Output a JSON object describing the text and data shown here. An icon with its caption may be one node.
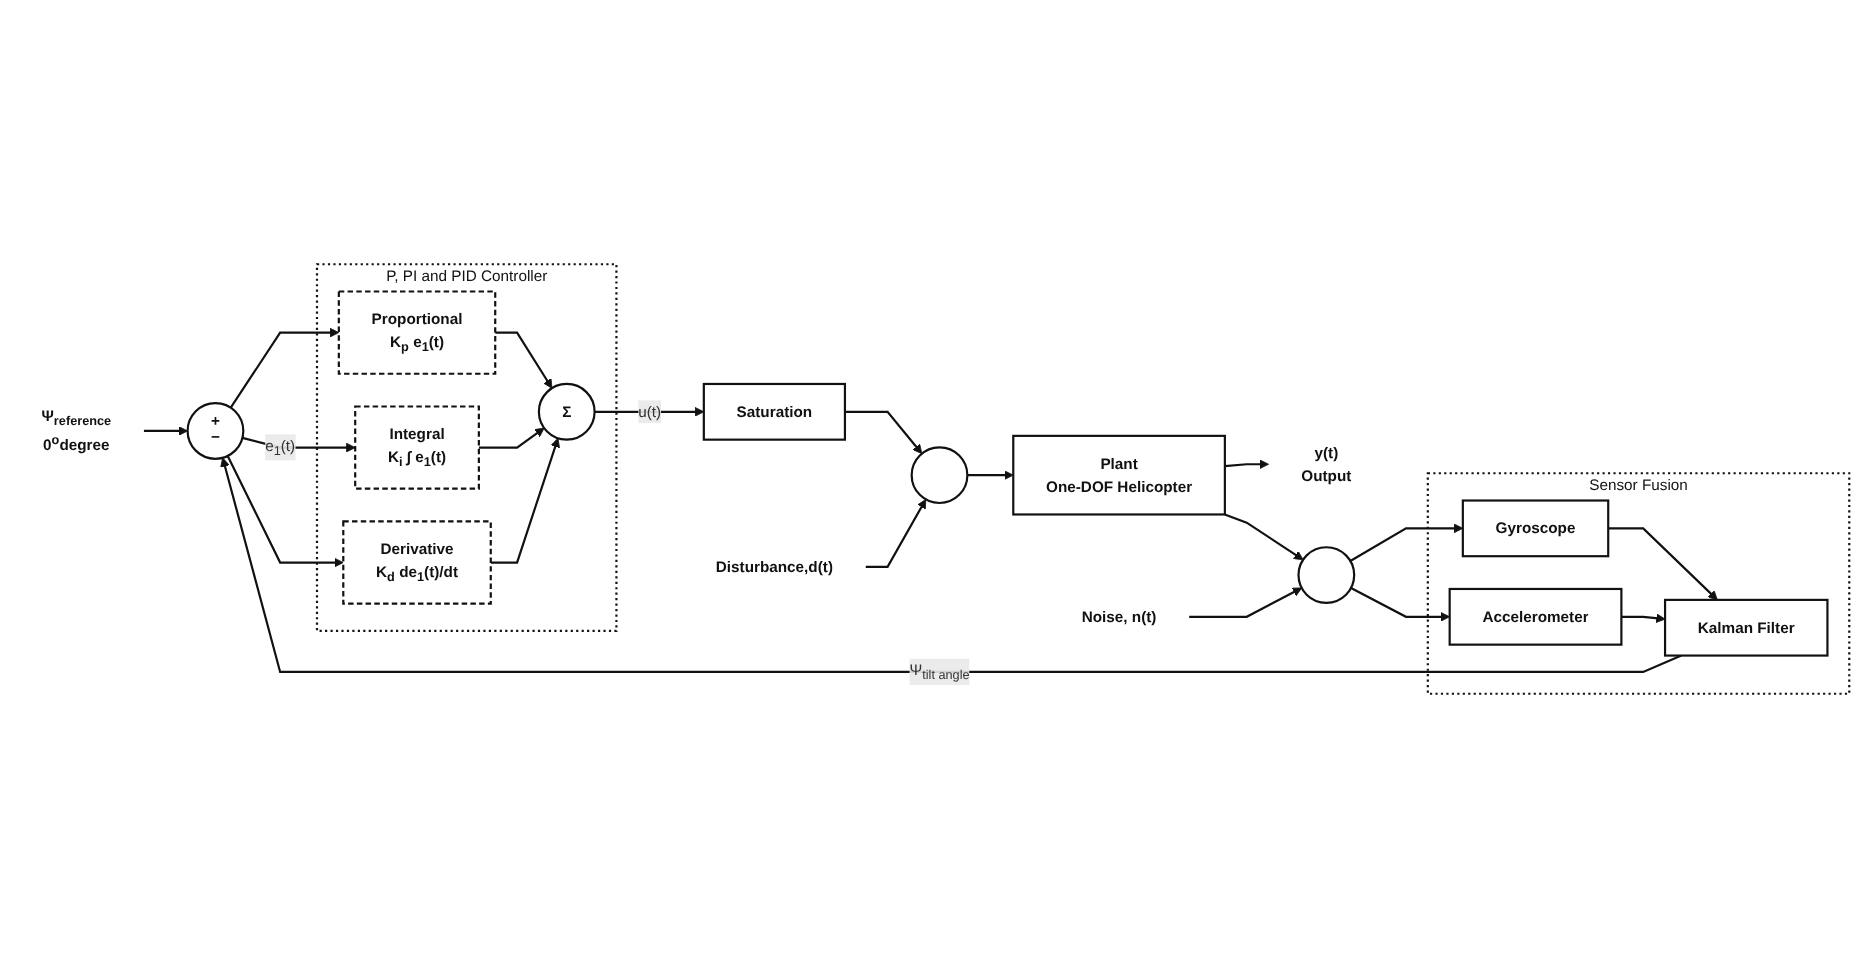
{
  "diagram": {
    "nodes": [
      {
        "text": [
          "Ψ$_{reference}$",
          "0$^{o}$degree"
        ]
      },
      {
        "text": [
          "+",
          "−"
        ]
      },
      {
        "text": [
          "P, PI and PID Controller"
        ]
      },
      {
        "text": [
          "Proportional",
          "K$_{p}$ e$_{1}$(t)"
        ],
        "in": 2
      },
      {
        "text": [
          "Integral",
          "K$_{i}$ ∫ e$_{1}$(t)"
        ],
        "in": 2
      },
      {
        "text": [
          "Derivative",
          "K$_{d}$ de$_{1}$(t)/dt"
        ],
        "in": 2
      },
      {
        "text": [
          "Σ"
        ],
        "in": 2
      },
      {
        "text": [
          "Saturation"
        ]
      },
      {
        "text": [
          "Disturbance,d(t)"
        ]
      },
      {
        "text": [],
        "shape": "circle"
      },
      {
        "text": [
          "Plant",
          "One-DOF Helicopter"
        ]
      },
      {
        "text": [
          "y(t)",
          "Output"
        ]
      },
      {
        "text": [
          "Sensor Fusion"
        ]
      },
      {
        "text": [
          "Kalman Filter"
        ],
        "in": 12
      },
      {
        "text": [
          "Gyroscope"
        ],
        "in": 12
      },
      {
        "text": [
          "Accelerometer"
        ],
        "in": 12
      },
      {
        "text": [],
        "shape": "circle"
      },
      {
        "text": [
          "Noise, n(t)"
        ]
      }
    ],
    "edges": [
      {
        "from": 0,
        "to": 1,
        "arrow": "to"
      },
      {
        "from": 1,
        "to": 3,
        "arrow": "to"
      },
      {
        "from": 1,
        "to": 4,
        "arrow": "to",
        "label": "e$_{1}$(t)"
      },
      {
        "from": 1,
        "to": 5,
        "arrow": "to"
      },
      {
        "from": 3,
        "to": 6,
        "arrow": "to"
      },
      {
        "from": 4,
        "to": 6,
        "arrow": "to"
      },
      {
        "from": 5,
        "to": 6,
        "arrow": "to"
      },
      {
        "from": 6,
        "to": 7,
        "arrow": "to",
        "label": "u(t)"
      },
      {
        "from": 7,
        "to": 9,
        "arrow": "to"
      },
      {
        "from": 8,
        "to": 9,
        "arrow": "to"
      },
      {
        "from": 9,
        "to": 10,
        "arrow": "to"
      },
      {
        "from": 10,
        "to": 11,
        "arrow": "to"
      },
      {
        "from": 10,
        "to": 16,
        "arrow": "to"
      },
      {
        "from": 17,
        "to": 16,
        "arrow": "to"
      },
      {
        "from": 16,
        "to": 14,
        "arrow": "to"
      },
      {
        "from": 16,
        "to": 15,
        "arrow": "to"
      },
      {
        "from": 14,
        "to": 13,
        "arrow": "to"
      },
      {
        "from": 15,
        "to": 13,
        "arrow": "to"
      },
      {
        "from": 13,
        "to": 1,
        "arrow": "to",
        "label": "Ψ$_{tilt angle}$"
      }
    ]
  }
}
